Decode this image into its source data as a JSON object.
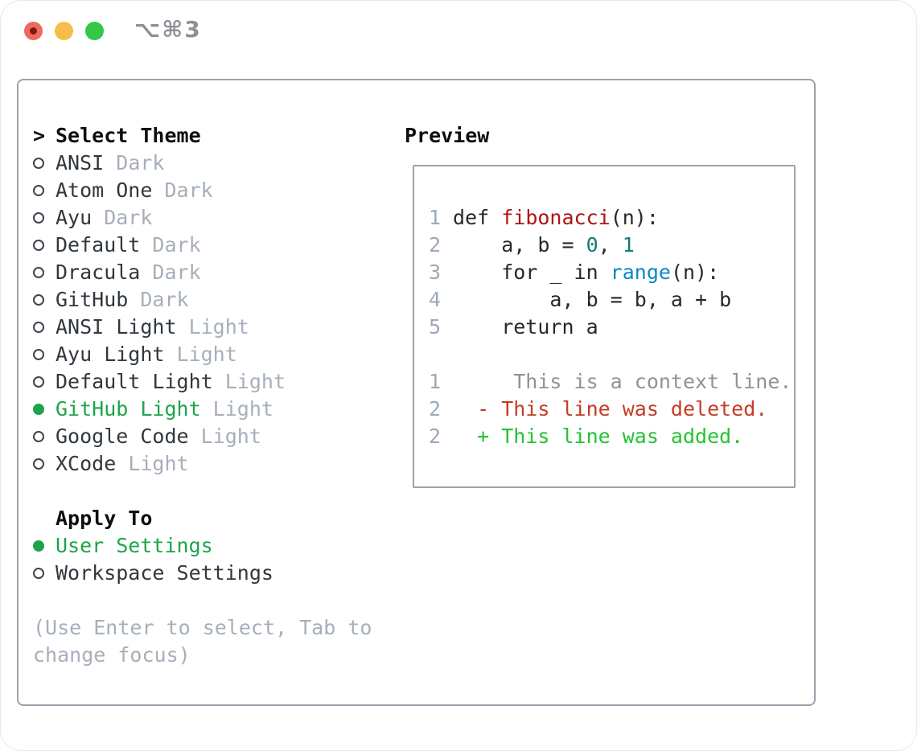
{
  "window": {
    "title": "⌥⌘3"
  },
  "theme_list": {
    "heading_prefix": ">",
    "heading": "Select Theme",
    "items": [
      {
        "name": "ANSI",
        "tag": "Dark",
        "selected": false
      },
      {
        "name": "Atom One",
        "tag": "Dark",
        "selected": false
      },
      {
        "name": "Ayu",
        "tag": "Dark",
        "selected": false
      },
      {
        "name": "Default",
        "tag": "Dark",
        "selected": false
      },
      {
        "name": "Dracula",
        "tag": "Dark",
        "selected": false
      },
      {
        "name": "GitHub",
        "tag": "Dark",
        "selected": false
      },
      {
        "name": "ANSI Light",
        "tag": "Light",
        "selected": false
      },
      {
        "name": "Ayu Light",
        "tag": "Light",
        "selected": false
      },
      {
        "name": "Default Light",
        "tag": "Light",
        "selected": false
      },
      {
        "name": "GitHub Light",
        "tag": "Light",
        "selected": true
      },
      {
        "name": "Google Code",
        "tag": "Light",
        "selected": false
      },
      {
        "name": "XCode",
        "tag": "Light",
        "selected": false
      }
    ]
  },
  "apply_to": {
    "heading": "Apply To",
    "options": [
      {
        "name": "User Settings",
        "selected": true
      },
      {
        "name": "Workspace Settings",
        "selected": false
      }
    ]
  },
  "hint": "(Use Enter to select, Tab to change focus)",
  "preview": {
    "heading": "Preview",
    "lines": [
      {
        "num": "1",
        "segs": [
          {
            "t": "def ",
            "c": "fg"
          },
          {
            "t": "fibonacci",
            "c": "func"
          },
          {
            "t": "(n):",
            "c": "fg"
          }
        ]
      },
      {
        "num": "2",
        "segs": [
          {
            "t": "    a, b = ",
            "c": "fg"
          },
          {
            "t": "0",
            "c": "lit"
          },
          {
            "t": ", ",
            "c": "fg"
          },
          {
            "t": "1",
            "c": "lit"
          }
        ]
      },
      {
        "num": "3",
        "segs": [
          {
            "t": "    for _ in ",
            "c": "fg"
          },
          {
            "t": "range",
            "c": "builtin"
          },
          {
            "t": "(n):",
            "c": "fg"
          }
        ]
      },
      {
        "num": "4",
        "segs": [
          {
            "t": "        a, b = b, a + b",
            "c": "fg"
          }
        ]
      },
      {
        "num": "5",
        "segs": [
          {
            "t": "    return a",
            "c": "fg"
          }
        ]
      },
      {
        "num": "",
        "segs": []
      },
      {
        "num": "1",
        "segs": [
          {
            "t": "     This is a context line.",
            "c": "ctx"
          }
        ]
      },
      {
        "num": "2",
        "segs": [
          {
            "t": "  - This line was deleted.",
            "c": "del"
          }
        ]
      },
      {
        "num": "2",
        "segs": [
          {
            "t": "  + This line was added.",
            "c": "add"
          }
        ]
      }
    ]
  },
  "colors": {
    "accent_green": "#1da44b",
    "diff_added": "#23c432",
    "diff_deleted": "#c53b26",
    "syntax_function_red": "#ae1417",
    "syntax_literal_teal": "#0e7a7c",
    "syntax_builtin_blue": "#0d87c8",
    "context_gray": "#8d9399",
    "muted_gray": "#a6afba",
    "line_number_gray": "#9fa9b6",
    "panel_border_gray": "#9aa3ae",
    "traffic_red": "#ef6a5e",
    "traffic_yellow": "#f7bd4a",
    "traffic_green": "#34c748"
  }
}
